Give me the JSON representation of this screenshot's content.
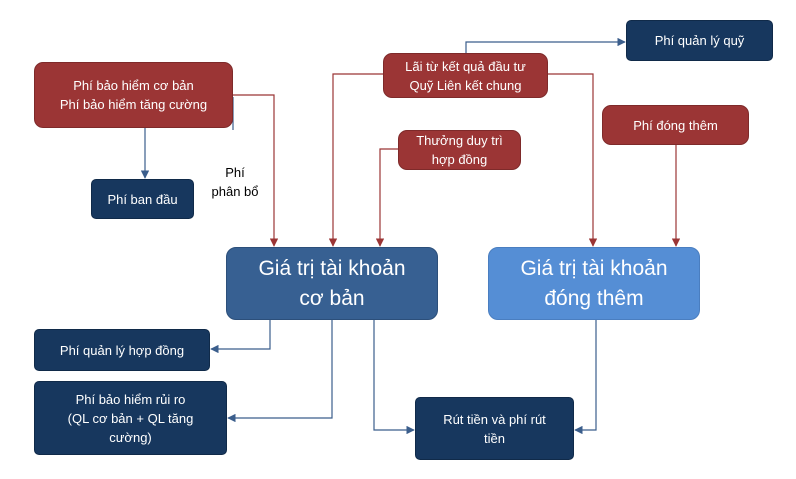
{
  "nodes": {
    "fee_basic_insurance": "Phí bảo hiểm cơ bản\nPhí bảo hiểm tăng cường",
    "fee_initial": "Phí ban đầu",
    "allocation_label": "Phí\nphân bổ",
    "investment_interest": "Lãi từ kết quả đầu tư\nQuỹ Liên kết chung",
    "fund_management_fee": "Phí quản lý quỹ",
    "loyalty_bonus": "Thưởng duy trì\nhợp đồng",
    "topup_premium": "Phí đóng thêm",
    "basic_account_value": "Giá trị tài khoản\ncơ bản",
    "topup_account_value": "Giá trị tài khoản\nđóng thêm",
    "contract_management_fee": "Phí quản lý hợp đồng",
    "risk_insurance_fee": "Phí bảo hiểm rủi ro\n(QL cơ bản + QL tăng\ncường)",
    "withdrawal": "Rút tiền và phí rút\ntiền"
  },
  "colors": {
    "red_node": "#9b3535",
    "navy_node": "#17375e",
    "account_basic": "#376092",
    "account_topup": "#558ed5",
    "red_connector": "#9b3535",
    "blue_connector": "#3b5e8c"
  }
}
